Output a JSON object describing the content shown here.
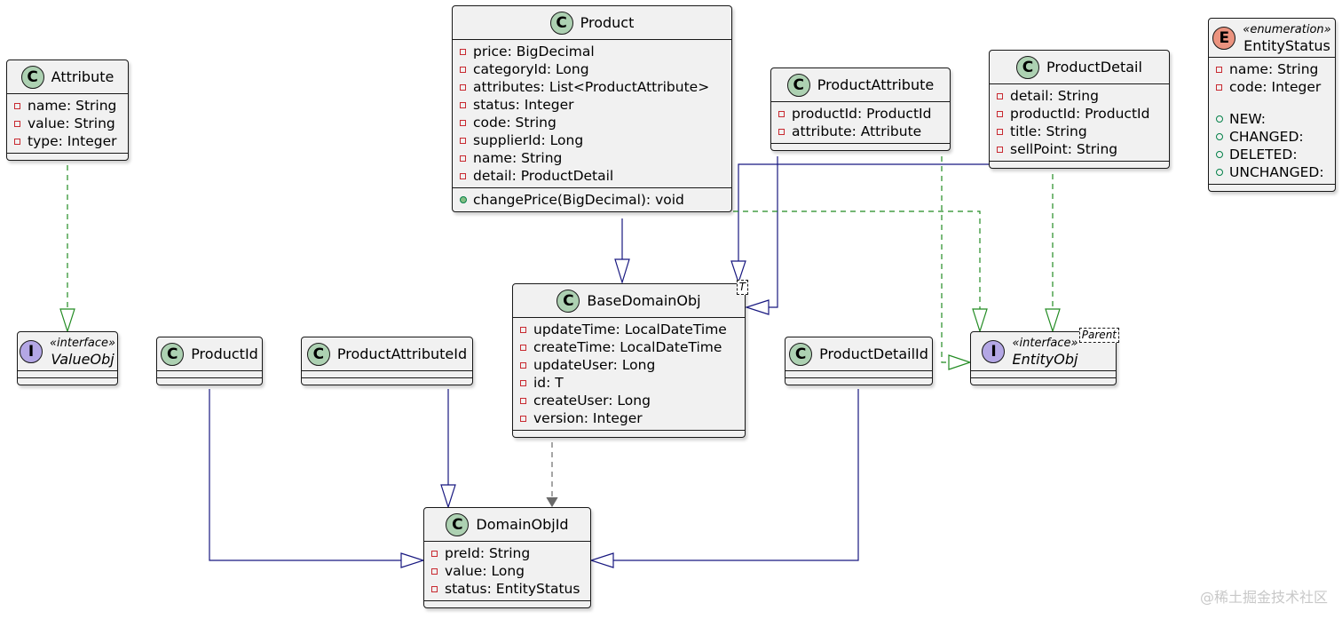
{
  "classes": {
    "product": {
      "name": "Product",
      "fields": [
        "price: BigDecimal",
        "categoryId: Long",
        "attributes: List<ProductAttribute>",
        "status: Integer",
        "code: String",
        "supplierId: Long",
        "name: String",
        "detail: ProductDetail"
      ],
      "methods": [
        "changePrice(BigDecimal): void"
      ]
    },
    "attribute": {
      "name": "Attribute",
      "fields": [
        "name: String",
        "value: String",
        "type: Integer"
      ]
    },
    "product_attribute": {
      "name": "ProductAttribute",
      "fields": [
        "productId: ProductId",
        "attribute: Attribute"
      ]
    },
    "product_detail": {
      "name": "ProductDetail",
      "fields": [
        "detail: String",
        "productId: ProductId",
        "title: String",
        "sellPoint: String"
      ]
    },
    "entity_status": {
      "name": "EntityStatus",
      "stereotype": "«enumeration»",
      "fields": [
        "name: String",
        "code: Integer"
      ],
      "constants": [
        "NEW:",
        "CHANGED:",
        "DELETED:",
        "UNCHANGED:"
      ]
    },
    "value_obj": {
      "name": "ValueObj",
      "stereotype": "«interface»"
    },
    "product_id": {
      "name": "ProductId"
    },
    "product_attribute_id": {
      "name": "ProductAttributeId"
    },
    "base_domain_obj": {
      "name": "BaseDomainObj",
      "generic": "T",
      "fields": [
        "updateTime: LocalDateTime",
        "createTime: LocalDateTime",
        "updateUser: Long",
        "id: T",
        "createUser: Long",
        "version: Integer"
      ]
    },
    "product_detail_id": {
      "name": "ProductDetailId"
    },
    "entity_obj": {
      "name": "EntityObj",
      "stereotype": "«interface»",
      "generic": "Parent"
    },
    "domain_obj_id": {
      "name": "DomainObjId",
      "fields": [
        "preId: String",
        "value: Long",
        "status: EntityStatus"
      ]
    }
  },
  "icons": {
    "class": "C",
    "interface": "I",
    "enum": "E"
  },
  "colors": {
    "extends": "#181880",
    "implements": "#228b22",
    "dependency": "#6a6a6a",
    "class_icon": "#add1b2",
    "interface_icon": "#b4a7e5",
    "enum_icon": "#eb937f"
  },
  "watermark": "@稀土掘金技术社区"
}
